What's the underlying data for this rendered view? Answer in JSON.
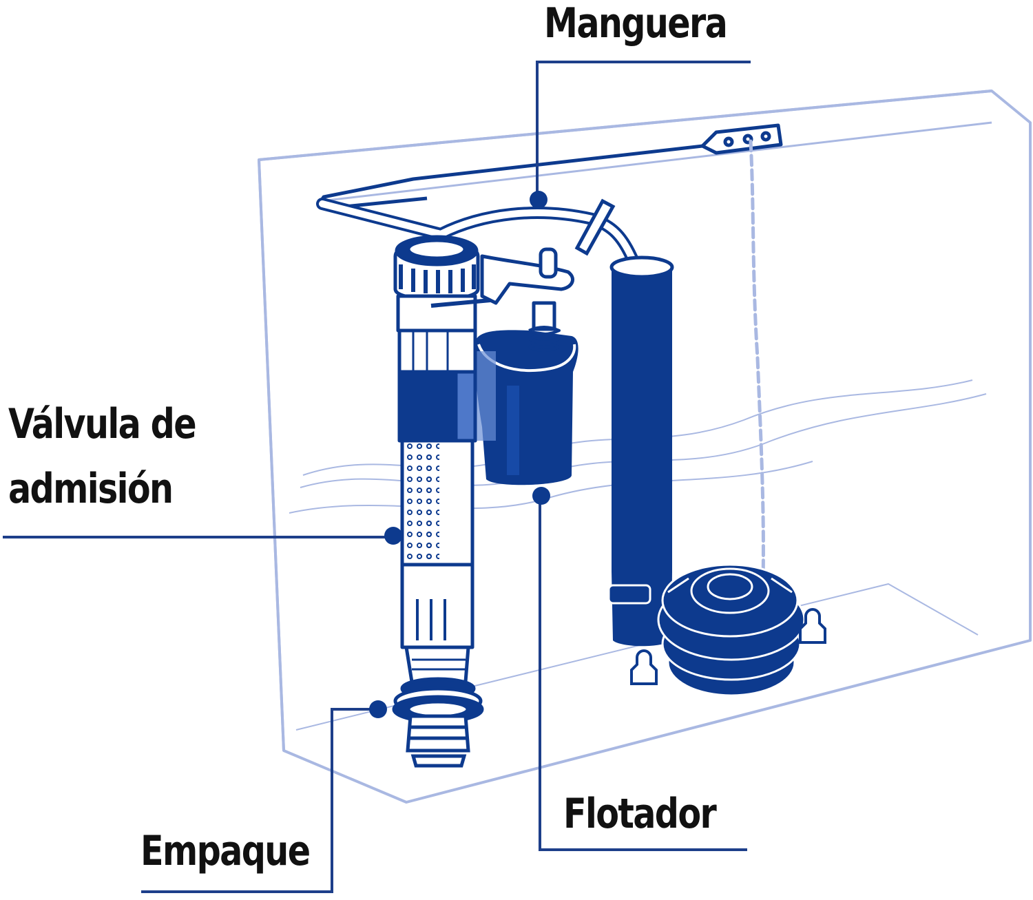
{
  "labels": {
    "hose": "Manguera",
    "inlet_valve_line1": "Válvula de",
    "inlet_valve_line2": "admisión",
    "float": "Flotador",
    "gasket": "Empaque"
  },
  "colors": {
    "navy": "#0d3a8e",
    "tank_outline": "#a9b8e2",
    "leader": "#1d3f8a",
    "text": "#111111"
  }
}
